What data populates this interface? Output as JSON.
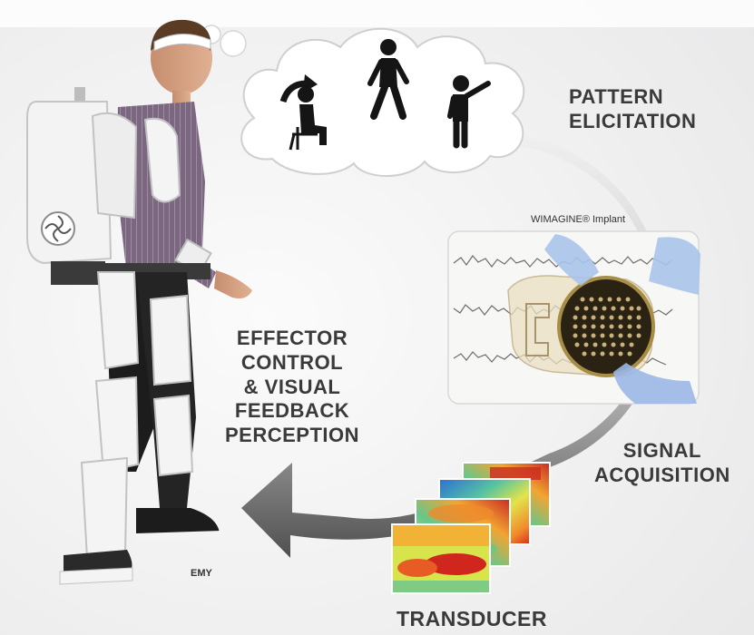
{
  "labels": {
    "pattern": "PATTERN\nELICITATION",
    "signal": "SIGNAL\nACQUISITION",
    "transducer": "TRANSDUCER",
    "effector": "EFFECTOR\nCONTROL\n& VISUAL\nFEEDBACK\nPERCEPTION",
    "implant": "WIMAGINE® Implant",
    "exo": "EMY"
  },
  "thought_icons": [
    "sit-stand-icon",
    "walking-icon",
    "pointing-icon"
  ],
  "colors": {
    "text": "#3a3a3a",
    "arrow_light": "#dcdcdc",
    "arrow_dark": "#4a4a4a",
    "background": "#f4f4f4"
  }
}
